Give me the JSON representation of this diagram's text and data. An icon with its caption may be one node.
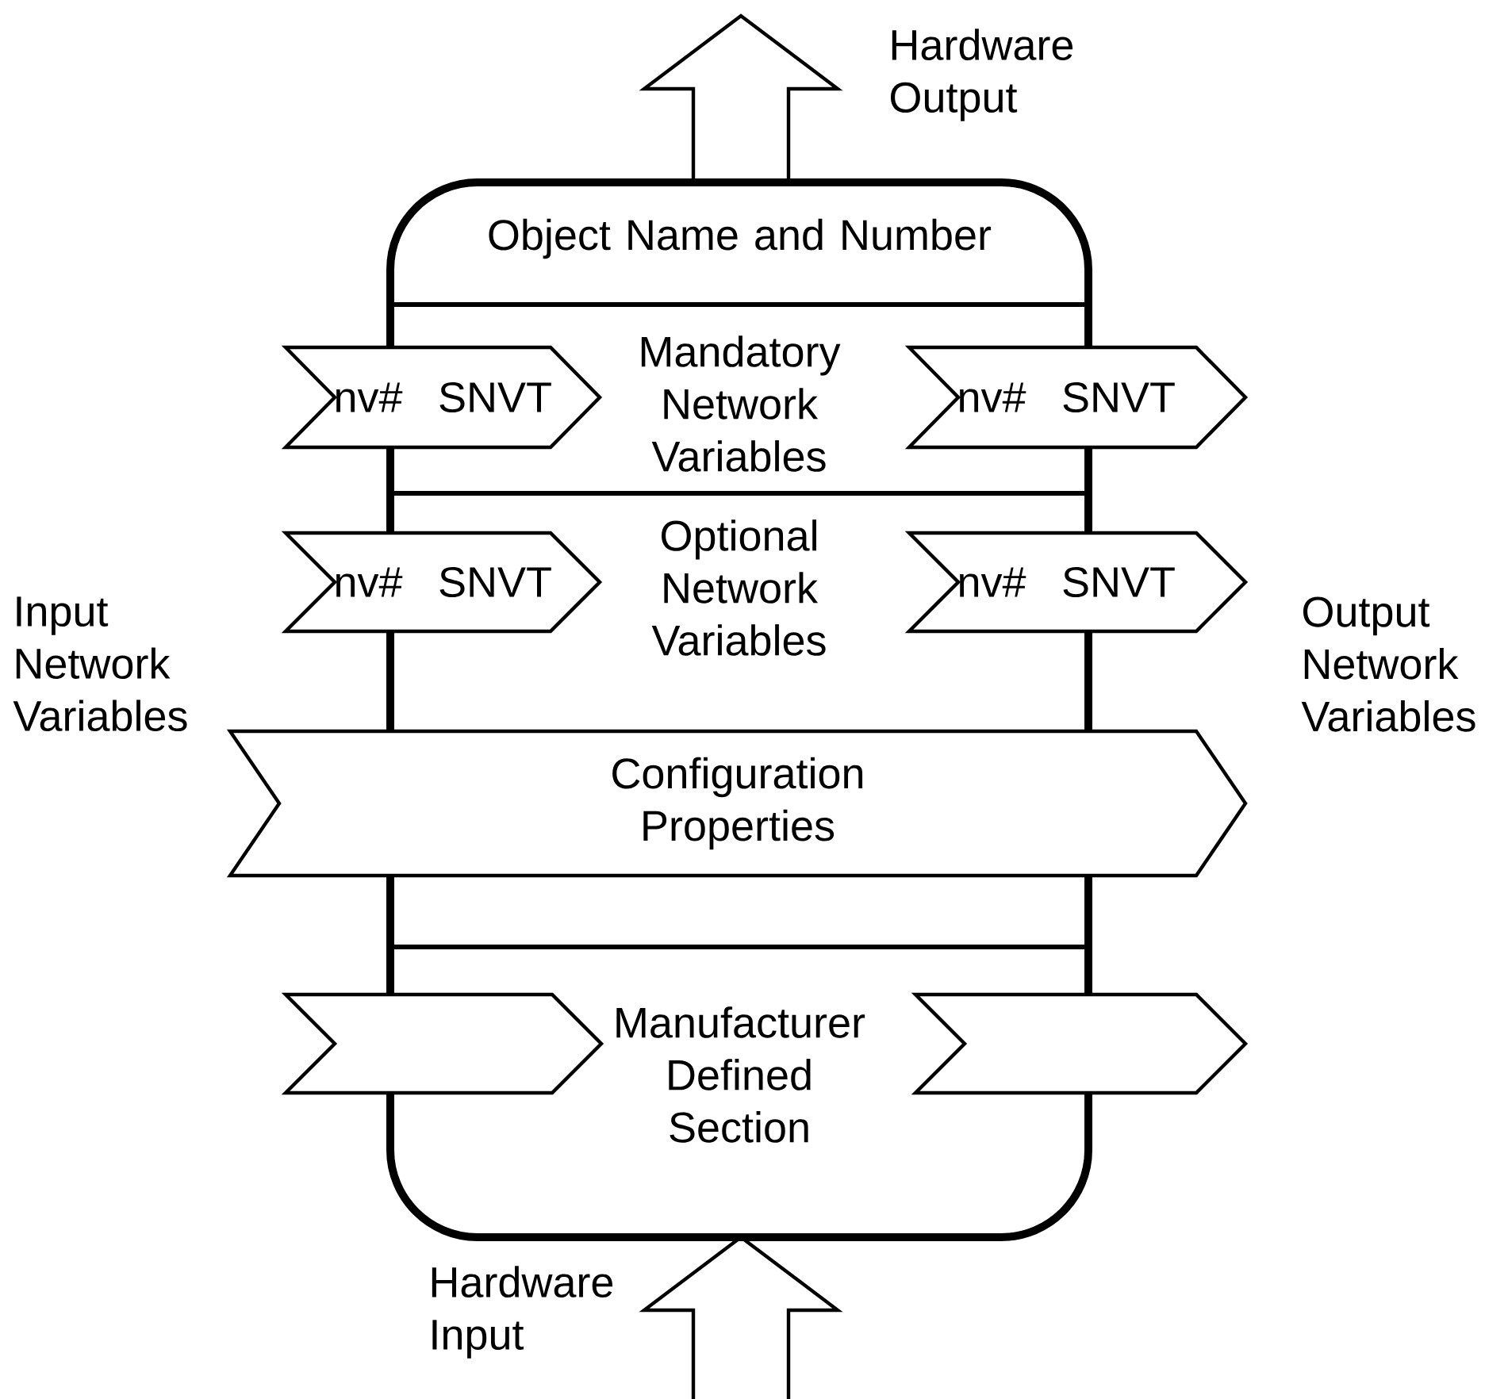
{
  "diagram": {
    "nodes": [
      {
        "text": [],
        "shape": "arrow",
        "beside": [
          "Hardware Output"
        ]
      },
      {
        "text": [],
        "shape": "box"
      },
      {
        "text": [
          "Object Name and Number"
        ],
        "in": 1
      },
      {
        "text": [
          "nv#",
          "SNVT"
        ]
      },
      {
        "text": [
          "Mandatory Network Variables"
        ],
        "in": 1
      },
      {
        "text": [
          "nv#",
          "SNVT"
        ]
      },
      {
        "text": [
          "nv#",
          "SNVT"
        ]
      },
      {
        "text": [
          "Optional Network Variables"
        ],
        "in": 1
      },
      {
        "text": [
          "nv#",
          "SNVT"
        ]
      },
      {
        "text": [
          "Configuration Properties"
        ]
      },
      {
        "text": [],
        "shape": "chevron"
      },
      {
        "text": [
          "Manufacturer Defined Section"
        ],
        "in": 1
      },
      {
        "text": [],
        "shape": "chevron"
      },
      {
        "text": [],
        "shape": "arrow",
        "beside": [
          "Hardware Input"
        ]
      }
    ],
    "labels": [
      "Input Network Variables",
      "Output Network Variables"
    ]
  }
}
